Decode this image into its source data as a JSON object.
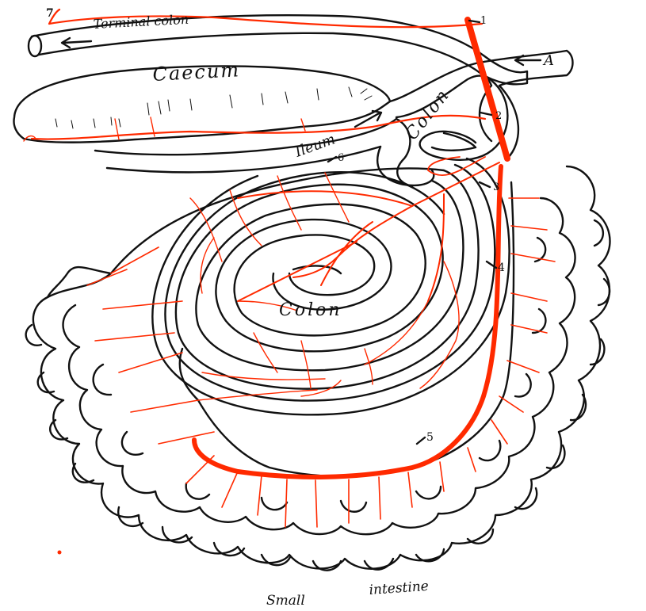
{
  "colors": {
    "vessel": "#ff2a00",
    "outline": "#111111",
    "background": "#ffffff"
  },
  "labels": {
    "terminal_colon": "Terminal colon",
    "caecum": "Caecum",
    "ileum": "Ileum",
    "colon_upper": "Colon",
    "colon_center": "Colon",
    "small": "Small",
    "intestine": "intestine",
    "letter_a": "A"
  },
  "numbers": {
    "n1": "1",
    "n2": "2",
    "n3": "3",
    "n4": "4",
    "n5": "5",
    "n6": "6",
    "n7": "7"
  },
  "icons": {
    "flow_arrow_terminal": "arrow-left-icon",
    "flow_arrow_a": "arrow-left-icon",
    "flow_arrow_ileum": "arrow-right-icon"
  }
}
